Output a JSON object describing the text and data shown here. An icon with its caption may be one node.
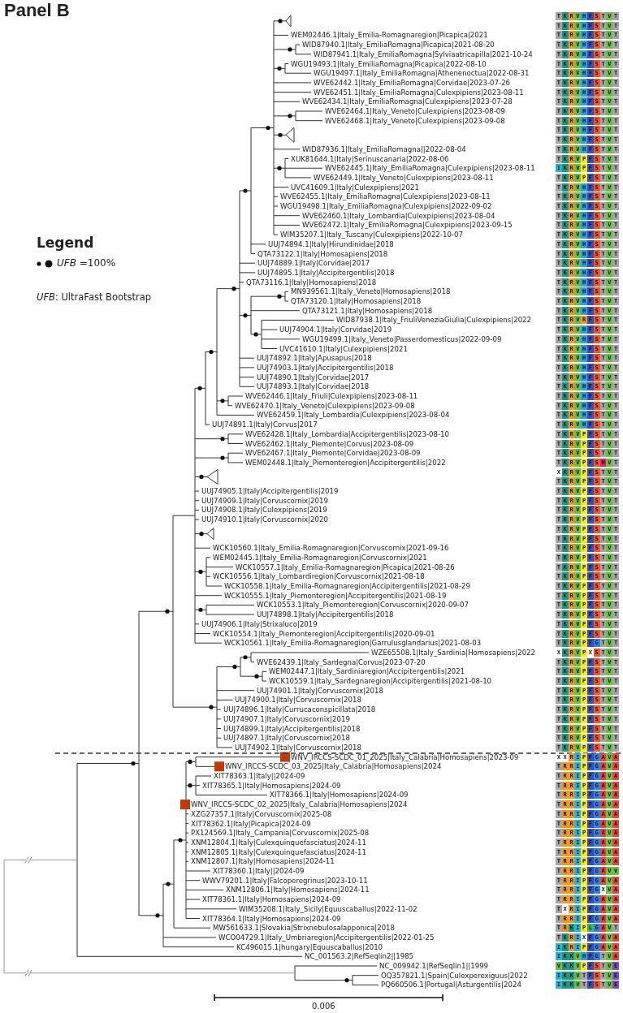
{
  "diagram": {
    "title": "Panel B",
    "labels": [
      "Legend",
      "*UFB*: UltraFast Bootstrap",
      "TKRVHFSTVT",
      "TKRVHFSTVT",
      "WEM02446.1|Italy_Emilia-Romagnaregion|Picapica|2021",
      "TKRVHFSTVT",
      "WID87940.1|Italy_EmiliaRomagna|Picapica|2021-08-20",
      "TKRVHFSTVT",
      "WID87941.1|Italy_EmiliaRomagna|Sylviaatricapilla|2021-10-24",
      "TKRVHFSTVT",
      "WGU19493.1|Italy_EmiliaRomagna|Picapica|2022-08-10",
      "TKRVHFSTVT",
      "WGU19497.1|Italy_EmiliaRomagna|Athenenoctua|2022-08-31",
      "TKRVHFSTVT",
      "WVE62442.1|Italy_EmiliaRomagna|Corvidae|2023-07-26",
      "TKRVHFSTVT",
      "WVE62451.1|Italy_EmiliaRomagna|Culexpipiens|2023-08-11",
      "TKRVHFSTVT",
      "WVE62434.1|Italy_EmiliaRomagna|Culexpipiens|2023-07-28",
      "TKRVHFSTVT",
      "WVE62464.1|Italy_Veneto|Culexpipiens|2023-08-09",
      "TKRVHFSTVT",
      "WVE62468.1|Italy_Veneto|Culexpipiens|2023-09-08",
      "TKRVHFSTVT",
      "TKRVHFSTVT",
      "TKRVHFSTVT",
      "WID87936.1|Italy_EmiliaRomagna||2022-08-04",
      "TKRVHFSTVT",
      "XUK81644.1|Italy|Serinuscanaria|2022-08-06",
      "TKRVPFSTVT",
      "WVE62445.1|Italy_EmiliaRomagna|Culexpipiens|2023-08-11",
      "IKRVPFSTVT",
      "WVE62449.1|Italy_Veneto|Culexpipiens|2023-08-11",
      "TKRVPFSTVT",
      "UVC41609.1|Italy|Culexpipiens|2021",
      "TKRVHFSTVT",
      "WVE62455.1|Italy_EmiliaRomagna|Culexpipiens|2023-08-11",
      "TKRVHFSTVT",
      "WGU19498.1|Italy_EmiliaRomagna|Culexpipiens|2022-09-02",
      "TKRVHFSTVT",
      "WVE62460.1|Italy_Lombardia|Culexpipiens|2023-08-04",
      "TKRVHFSTVT",
      "WVE62472.1|Italy_EmiliaRomagna|Culexpipiens|2023-09-15",
      "TKRVHFSTVT",
      "WIM35207.1|Italy_Tuscany|Culexpipiens|2022-10-07",
      "TKRVHFSTVT",
      "UUJ74894.1|Italy|Hirundinidae|2018",
      "TKRVHFSTVT",
      "QTA73122.1|Italy|Homosapiens|2018",
      "TKRVHFSTVT",
      "UUJ74889.1|Italy|Corvidae|2017",
      "TKRVHFSTVT",
      "UUJ74895.1|Italy|Accipitergentilis|2018",
      "TKRVHFSTVT",
      "QTA73116.1|Italy|Homosapiens|2018",
      "TKRVHFSTVT",
      "MN939561.1|Italy_Veneto|Homosapiens|2018",
      "TKRVHFSTVT",
      "QTA73120.1|Italy|Homosapiens|2018",
      "TKRVHFSTVT",
      "QTA73121.1|Italy|Homosapiens|2018",
      "TKRVHFSTVT",
      "WID87938.1|Italy_FriuliVeneziaGiulia|Culexpipiens|2022",
      "TKRVRFSTVT",
      "UUJ74904.1|Italy|Corvidae|2019",
      "TKRVHFSTVT",
      "WGU19499.1|Italy_Veneto|Passerdomesticus|2022-09-09",
      "TKRVHFSTVT",
      "UVC41610.1|Italy|Culexpipiens|2021",
      "TKRVHFSTVT",
      "UUJ74892.1|Italy|Apusapus|2018",
      "TKRVHFSTVT",
      "UUJ74903.1|Italy|Accipitergentilis|2018",
      "TKRVHFSTVT",
      "UUJ74890.1|Italy|Corvidae|2017",
      "TKRVHFSTVT",
      "UUJ74893.1|Italy|Corvidae|2018",
      "TKRVHFSTVT",
      "WVE62446.1|Italy_Friuli|Culexpipiens|2023-08-11",
      "TKRVHFSTVT",
      "WVE62470.1|Italy_Veneto|Culexpipiens|2023-09-08",
      "TKRVHFSTVT",
      "WVE62459.1|Italy_Lombardia|Culexpipiens|2023-08-04",
      "TKRVHFSTVT",
      "UUJ74891.1|Italy|Corvus|2017",
      "TKRVHFSTVT",
      "WVE62428.1|Italy_Lombardia|Accipitergentilis|2023-08-10",
      "TKRVPFSTVT",
      "WVE62462.1|Italy_Piemonte|Corvus|2023-08-09",
      "TKRVPFSTVT",
      "WVE62467.1|Italy_Piemonte|Corvidae|2023-08-09",
      "TKRVPFSTVT",
      "WEM02448.1|Italy_Piemonteregion|Accipitergentilis|2022",
      "TKRVPFSMVT",
      "XKRVPFSTVT",
      "TKRVPFSTVT",
      "UUJ74905.1|Italy|Accipitergentilis|2019",
      "TKRVPFSTVT",
      "UUJ74909.1|Italy|Corvuscornix|2019",
      "TKRVPFSTVT",
      "UUJ74908.1|Italy|Culexpipiens|2019",
      "TKRVPFSTVT",
      "UUJ74910.1|Italy|Corvuscornix|2020",
      "TKRVPFSTVT",
      "TKRVPFSTVT",
      "TKRVPFSTVT",
      "WCK10560.1|Italy_Emilia-Romagnaregion|Corvuscornix|2021-09-16",
      "TKRVPFSTVT",
      "WEM02445.1|Italy_Emilia-Romagnaregion|Corvuscornix|2021",
      "TKRVPFSTVT",
      "WCK10557.1|Italy_Emilia-Romagnaregion|Picapica|2021-08-26",
      "TKRVPFSTVT",
      "WCK10556.1|Italy_Lombardiregion|Corvuscornix|2021-08-18",
      "TKRVPFSTVT",
      "WCK10558.1|Italy_Emilia-Romagnaregion|Accipitergentilis|2021-08-29",
      "TKRVPFSTVT",
      "WCK10555.1|Italy_Piemonteregion|Accipitergentilis|2021-08-19",
      "TKRVPFSTVT",
      "WCK10553.1|Italy_Piemonteregion|Corvuscornix|2020-09-07",
      "TKRVPFSTVT",
      "UUJ74898.1|Italy|Accipitergentilis|2018",
      "TKRVPFSTVT",
      "UUJ74906.1|Italy|Strixaluco|2019",
      "TKRVPFSTVT",
      "WCK10554.1|Italy_Piemonteregion|Accipitergentilis|2020-09-01",
      "TKRVPFSTVT",
      "WCK10561.1|Italy_Emilia-Romagnaregion|Garrulusglandarius|2021-08-03",
      "TKRVPFGTVT",
      "WZE65508.1|Italy_Sardinia|Homosapiens|2022",
      "XKRVPXSTVT",
      "WVE62439.1|Italy_Sardegna|Corvus|2023-07-20",
      "TKRVPFSTVT",
      "WEM02447.1|Italy_Sardiniaregion|Accipitergentilis|2021",
      "TKRVPFSTVT",
      "WCK10559.1|Italy_Sardegnaregion|Accipitergentilis|2021-08-10",
      "TKRVPFSTVT",
      "UUJ74901.1|Italy|Corvuscornix|2018",
      "TKRVPFSTVT",
      "UUJ74900.1|Italy|Corvuscornix|2018",
      "TKRVPFSTVT",
      "UUJ74896.1|Italy|Currucaconspicillata|2018",
      "TKRVPFSTVT",
      "UUJ74907.1|Italy|Corvuscornix|2019",
      "TKRVPFSTVT",
      "UUJ74899.1|Italy|Accipitergentilis|2018",
      "TKRVPFSTVT",
      "UUJ74897.1|Italy|Corvuscornix|2018",
      "TKRVPFSTVT",
      "UUJ74902.1|Italy|Corvuscornix|2018",
      "TKRVPFSTVT",
      "WNV_IRCCS-SCDC_01_2025|Italy_Calabria|Homosapiens|2023-09",
      "XXRIPFGAVA",
      "WNV_IRCCS-SCDC_03_2025|Italy_Calabria|Homosapiens|2024",
      "TRRIPFGAVA",
      "XIT78363.1|Italy||2024-09",
      "TRRIPFGAVA",
      "XIT78365.1|Italy|Homosapiens|2024-09",
      "TRRIPFGAVA",
      "XIT78366.1|Italy|Homosapiens|2024-09",
      "TRRIPFGAVA",
      "WNV_IRCCS-SCDC_02_2025|Italy_Calabria|Homosapiens|2024",
      "TRRIPFGAVA",
      "XZG27357.1|Italy|Corvuscornix|2025-08",
      "TRRIPFGAVA",
      "XIT78362.1|Italy|Picapica|2024-09",
      "TRRIPFGAVA",
      "PX124569.1|Italy_Campania|Corvuscornix|2025-08",
      "TRRIPFGAVA",
      "XNM12804.1|Italy|Culexquinquefasciatus|2024-11",
      "TRRIPFGAVA",
      "XNM12805.1|Italy|Culexquinquefasciatus|2024-11",
      "TRRIPFGAVA",
      "XNM12807.1|Italy|Homosapiens|2024-11",
      "TRRIPFGAVA",
      "XIT78360.1|Italy||2024-09",
      "TRRIPFGAVV",
      "WWV79201.1|Italy|Falcoperegrinus|2023-10-11",
      "TRRIPFGAVA",
      "XNM12806.1|Italy|Homosapiens|2024-11",
      "TRRIPFGXVA",
      "XIT78361.1|Italy|Homosapiens|2024-09",
      "TRRIPFGAVA",
      "WIM35208.1|Italy_Sicily|Equuscaballus|2022-11-02",
      "TXRIPFGAVA",
      "XIT78364.1|Italy|Homosapiens|2024-09",
      "TRRIPFGAVA",
      "MW561633.1|Slovakia|Strixnebulosalapponica|2018",
      "TRKIPLGAVT",
      "WCO04729.1|Italy_Umbriaregion|Accipitergentilis|2022-01-25",
      "TKRIXFGAVA",
      "KC496015.1|hungary|Equuscaballus|2010",
      "IKRIPFGAVA",
      "NC_001563.2|RefSeqlin2||1985",
      "IKKVHFGTVA",
      "NC_009942.1|RefSeqlin1||1999",
      "VKKVPFSTVE",
      "OQ357821.1|Spain|Culexperexiguus|2022",
      "IKKVTFSTVE",
      "PQ660506.1|Portugal|Asturgentilis|2024",
      "IKKVTFSTVE",
      "0.006"
    ],
    "legend": [
      {
        "text": "*UFB* =100%"
      }
    ]
  }
}
